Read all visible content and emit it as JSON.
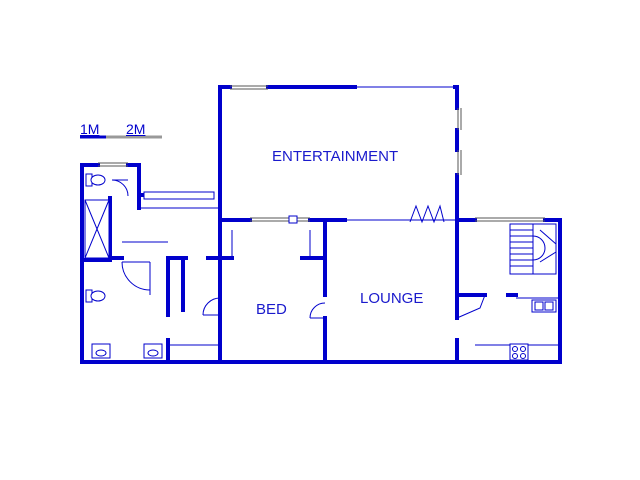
{
  "scale": {
    "label_1": "1M",
    "label_2": "2M"
  },
  "rooms": {
    "entertainment": "ENTERTAINMENT",
    "bed": "BED",
    "lounge": "LOUNGE"
  },
  "colors": {
    "wall": "#0000cc",
    "label": "#1a1acc",
    "scale_bar_2": "#999999"
  }
}
